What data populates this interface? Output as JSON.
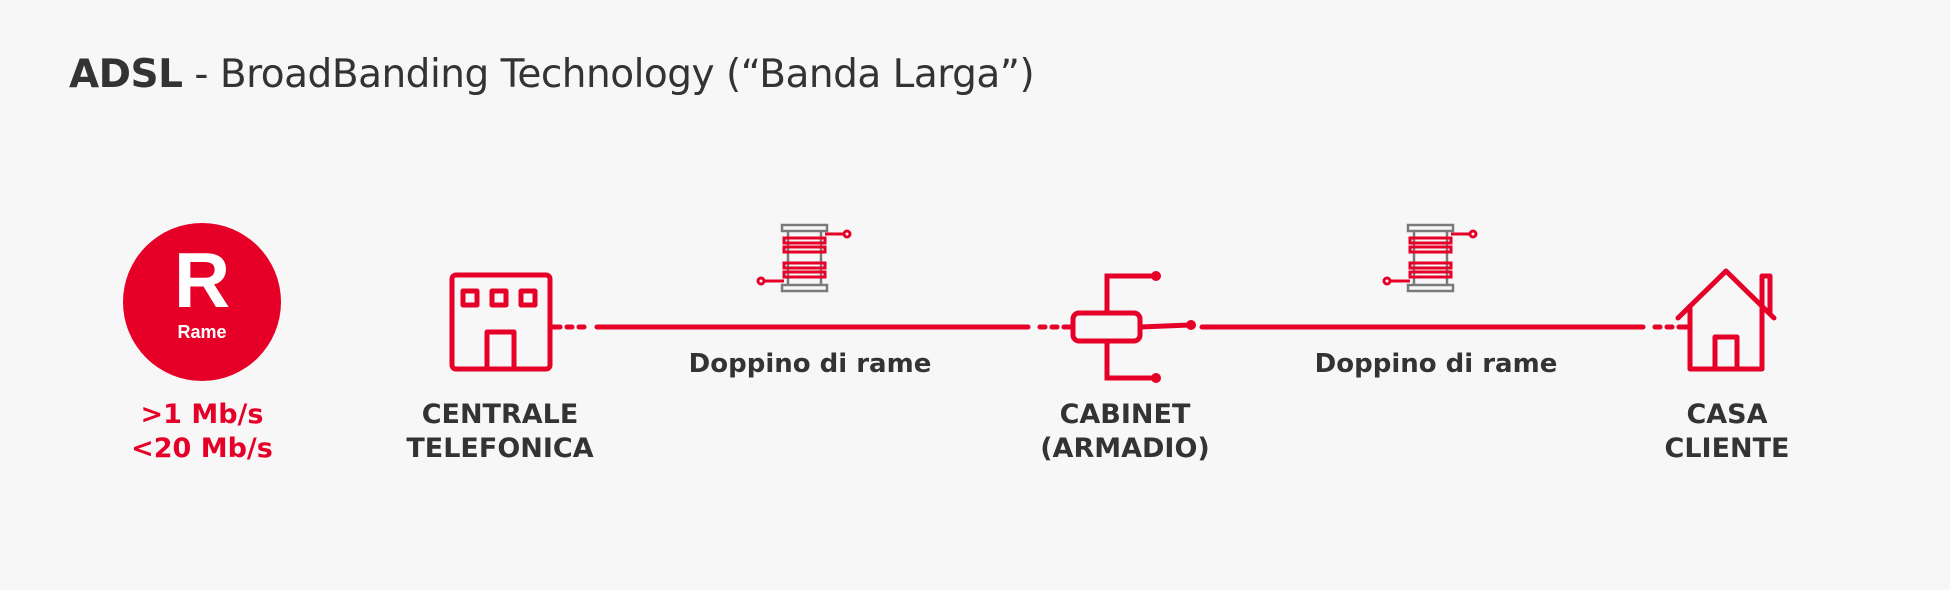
{
  "title": {
    "bold": "ADSL",
    "rest": " - BroadBanding Technology (“Banda Larga”)"
  },
  "badge": {
    "letter": "R",
    "sub": "Rame",
    "speed_min": ">1 Mb/s",
    "speed_max": "<20 Mb/s"
  },
  "nodes": {
    "centrale": {
      "line1": "CENTRALE",
      "line2": "TELEFONICA"
    },
    "cabinet": {
      "line1": "CABINET",
      "line2": "(ARMADIO)"
    },
    "casa": {
      "line1": "CASA",
      "line2": "CLIENTE"
    }
  },
  "links": {
    "left": "Doppino di rame",
    "right": "Doppino di rame"
  },
  "colors": {
    "accent": "#e60028",
    "text": "#333333",
    "background": "#f7f7f7",
    "spool_gray": "#7a7a7a"
  },
  "icons": [
    "copper-badge-icon",
    "building-icon",
    "cable-spool-icon",
    "cabinet-icon",
    "house-icon"
  ]
}
